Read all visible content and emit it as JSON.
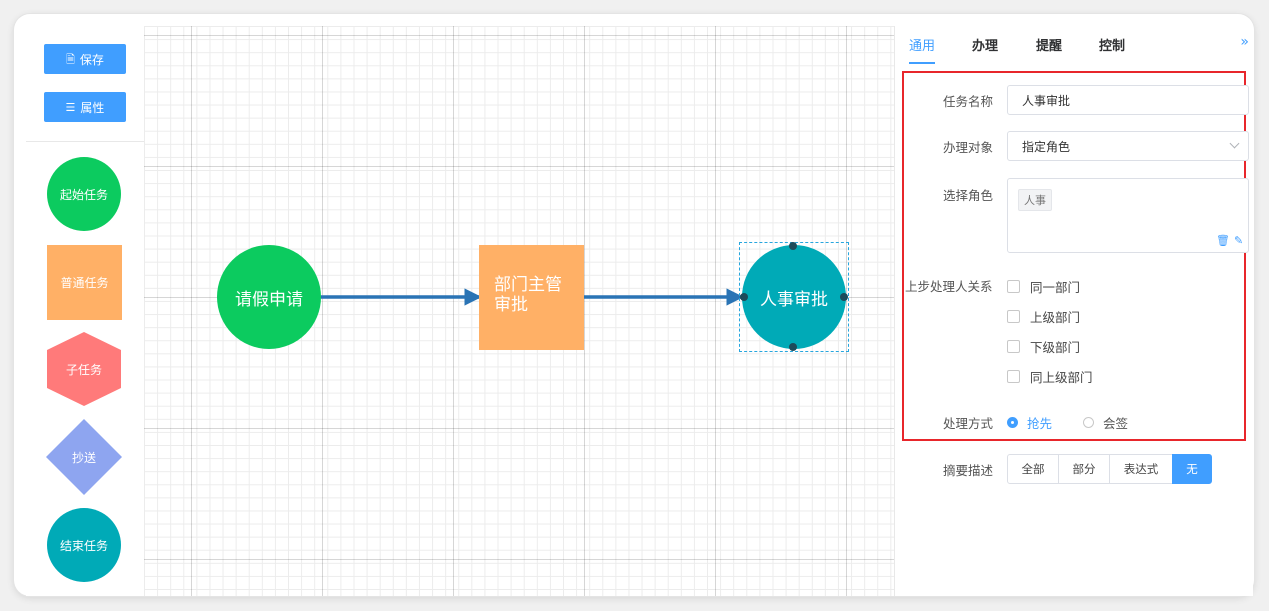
{
  "toolbar": {
    "save_label": "保存",
    "props_label": "属性"
  },
  "palette": {
    "start": "起始任务",
    "normal": "普通任务",
    "sub": "子任务",
    "cc": "抄送",
    "end": "结束任务"
  },
  "flow": {
    "node1": "请假申请",
    "node2_line1": "部门主管",
    "node2_line2": "审批",
    "node3": "人事审批"
  },
  "tabs": [
    "通用",
    "办理",
    "提醒",
    "控制"
  ],
  "form": {
    "task_name_label": "任务名称",
    "task_name_value": "人事审批",
    "handler_label": "办理对象",
    "handler_value": "指定角色",
    "role_label": "选择角色",
    "role_tag": "人事",
    "relation_label": "上步处理人关系",
    "relations": [
      "同一部门",
      "上级部门",
      "下级部门",
      "同上级部门"
    ],
    "mode_label": "处理方式",
    "mode_options": [
      "抢先",
      "会签"
    ],
    "summary_label": "摘要描述",
    "summary_options": [
      "全部",
      "部分",
      "表达式",
      "无"
    ]
  },
  "colors": {
    "green": "#0ccb5f",
    "orange": "#ffb066",
    "red": "#ff7a7a",
    "purple": "#8ea5f0",
    "teal": "#00aab7",
    "arrow": "#2a74b5",
    "primary": "#409eff"
  }
}
